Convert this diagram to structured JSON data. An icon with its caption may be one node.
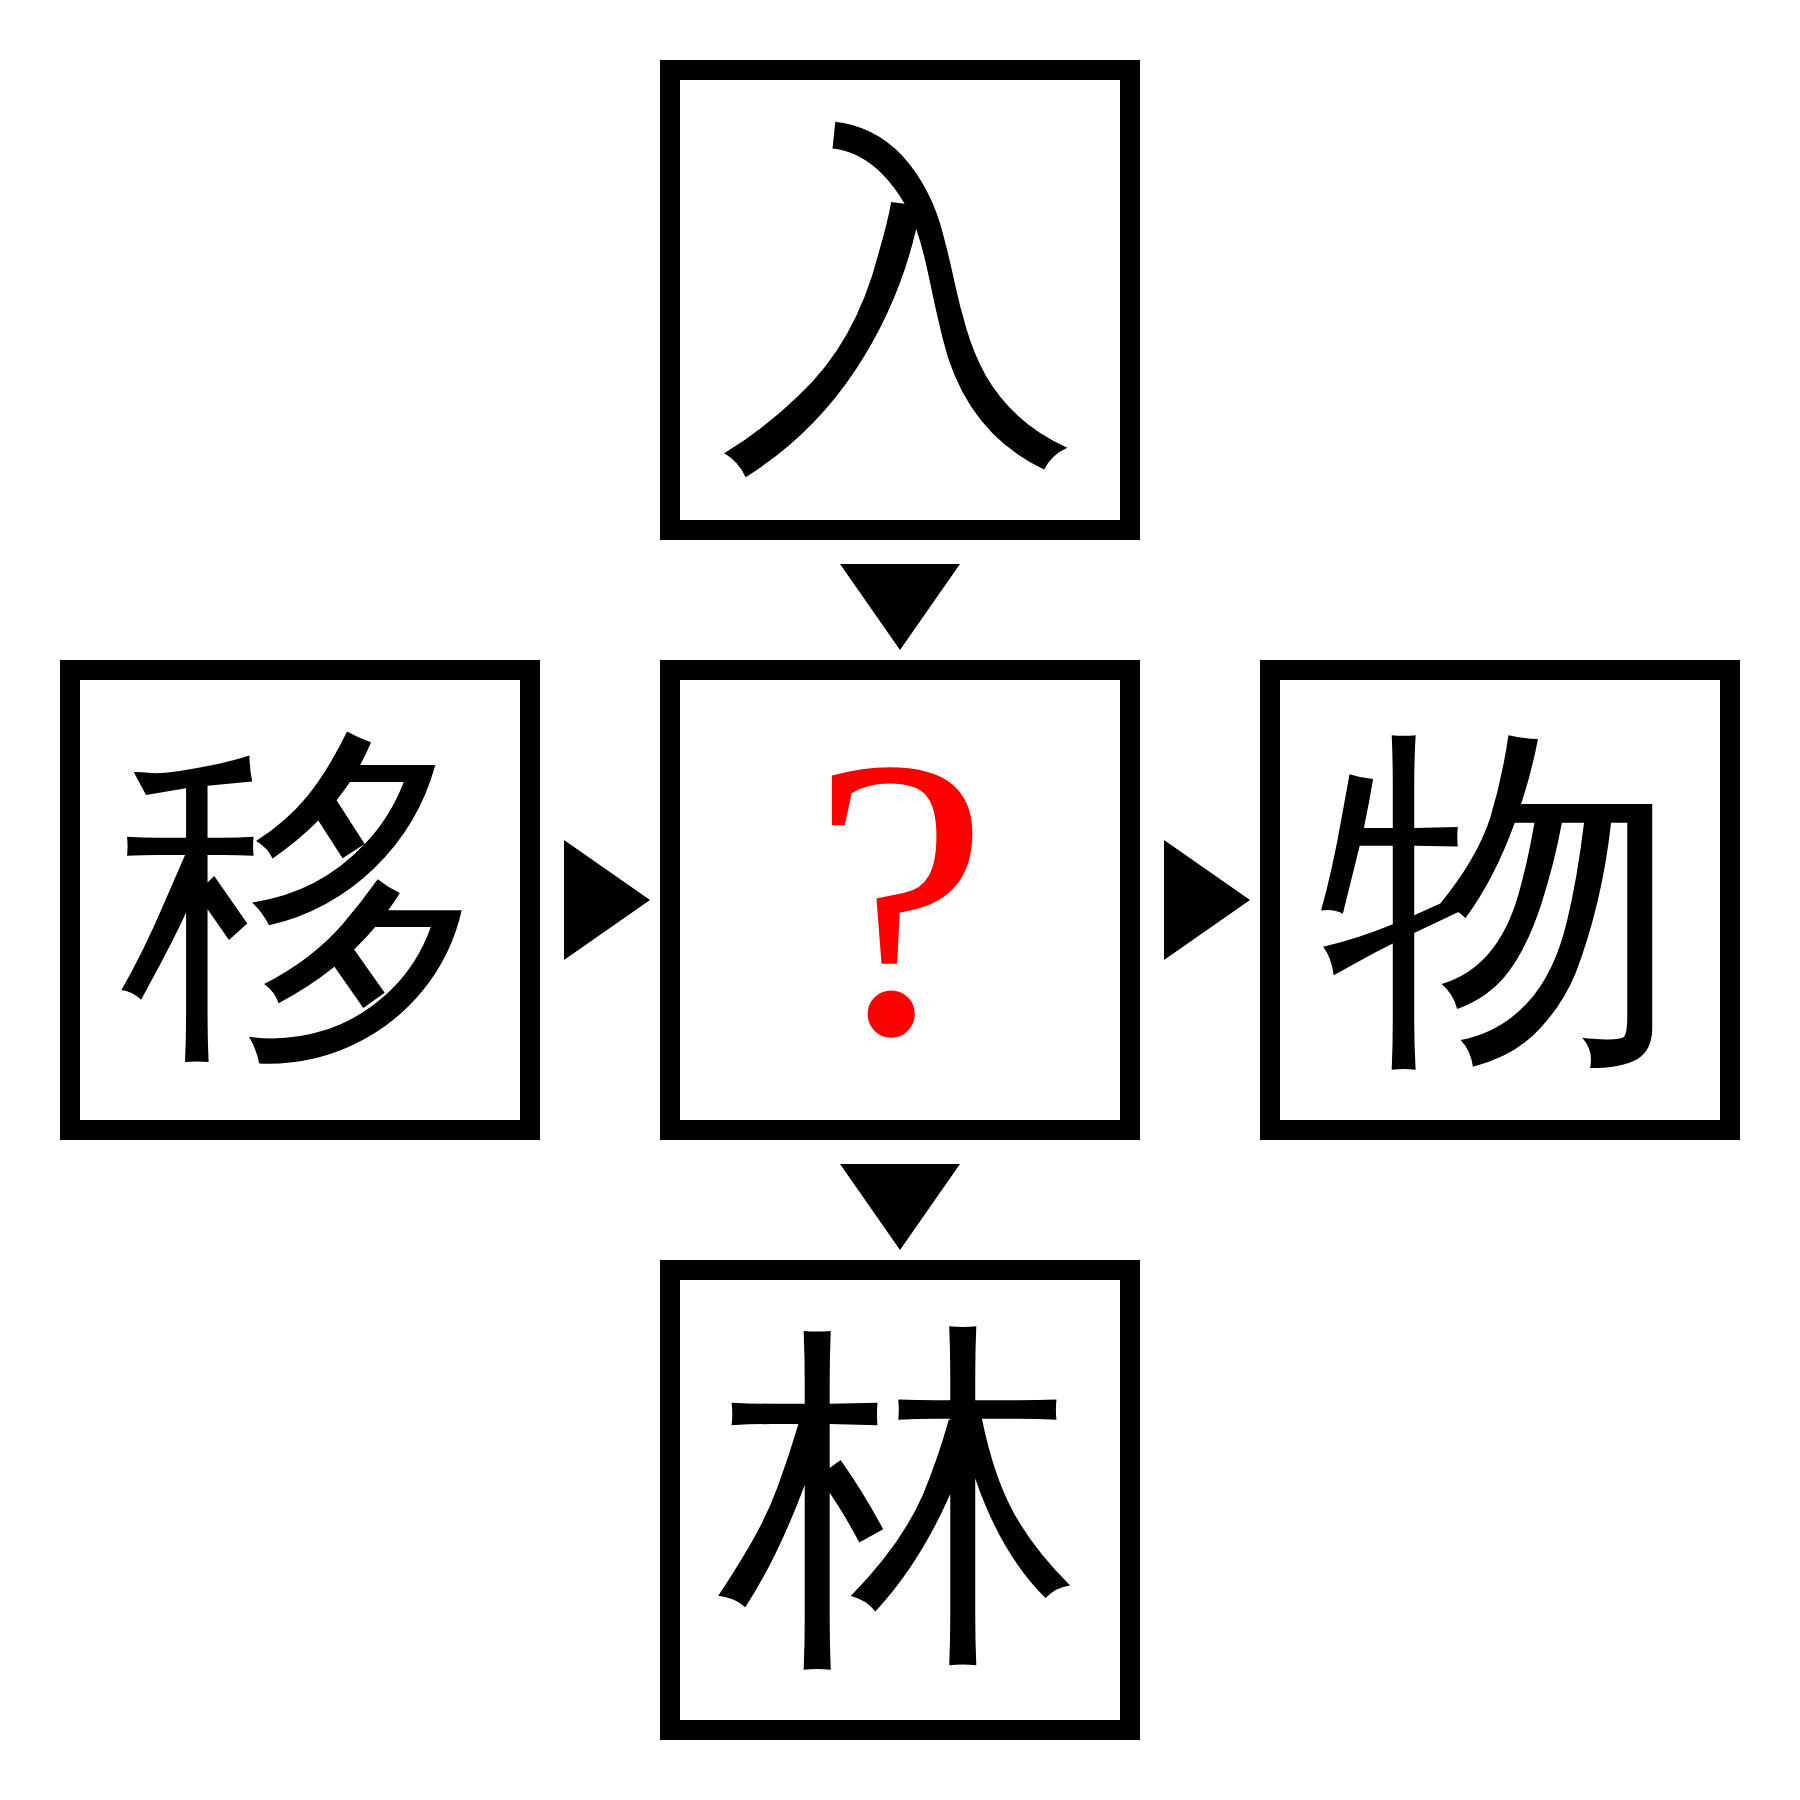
{
  "diagram": {
    "nodes": [
      {
        "text": [
          "入"
        ]
      },
      {
        "text": [
          "移"
        ]
      },
      {
        "text": [
          "?"
        ]
      },
      {
        "text": [
          "物"
        ]
      },
      {
        "text": [
          "林"
        ]
      }
    ],
    "edges": [
      {
        "from": 0,
        "to": 2,
        "arrow": "to"
      },
      {
        "from": 1,
        "to": 2,
        "arrow": "to"
      },
      {
        "from": 2,
        "to": 3,
        "arrow": "to"
      },
      {
        "from": 2,
        "to": 4,
        "arrow": "to"
      }
    ]
  }
}
